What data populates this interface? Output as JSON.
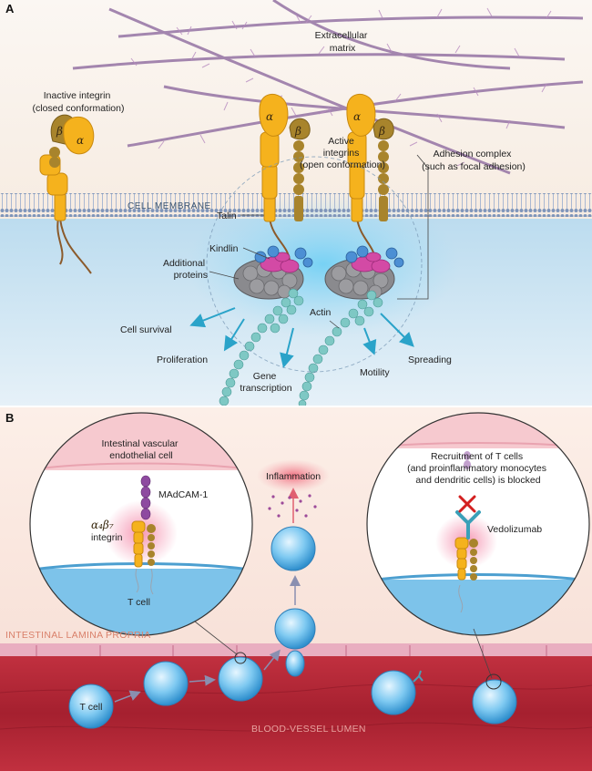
{
  "panel_a": {
    "letter": "A",
    "extracellular_matrix": [
      "Extracellular",
      "matrix"
    ],
    "inactive_integrin": [
      "Inactive integrin",
      "(closed conformation)"
    ],
    "active_integrins": [
      "Active",
      "integrins",
      "(open conformation)"
    ],
    "adhesion_complex": [
      "Adhesion complex",
      "(such as focal adhesion)"
    ],
    "cell_membrane": "CELL MEMBRANE",
    "talin": "Talin",
    "kindlin": "Kindlin",
    "additional_proteins": [
      "Additional",
      "proteins"
    ],
    "actin": "Actin",
    "alpha": "α",
    "beta": "β",
    "outcomes": {
      "cell_survival": "Cell survival",
      "proliferation": "Proliferation",
      "gene_transcription": [
        "Gene",
        "transcription"
      ],
      "motility": "Motility",
      "spreading": "Spreading"
    }
  },
  "panel_b": {
    "letter": "B",
    "endothelial_cell": [
      "Intestinal vascular",
      "endothelial cell"
    ],
    "madcam": "MAdCAM-1",
    "a4b7": "α₄β₇",
    "integrin": "integrin",
    "t_cell_inset": "T cell",
    "inflammation": "Inflammation",
    "recruitment_blocked": [
      "Recruitment of T cells",
      "(and proinflammatory monocytes",
      "and dendritic cells) is blocked"
    ],
    "vedolizumab": "Vedolizumab",
    "lamina_propria": "INTESTINAL LAMINA PROPRIA",
    "t_cell_vessel": "T cell",
    "blood_vessel_lumen": "BLOOD-VESSEL LUMEN"
  },
  "colors": {
    "integrin_alpha": "#f5b21d",
    "integrin_beta": "#a8842c",
    "membrane": "#8aa2c4",
    "cytoplasm": "#cfe6f4",
    "ecm_fiber": "#8a6a9a",
    "vessel": "#b0283a",
    "cell_blue": "#5bb3e6",
    "block_x": "#d32020"
  }
}
